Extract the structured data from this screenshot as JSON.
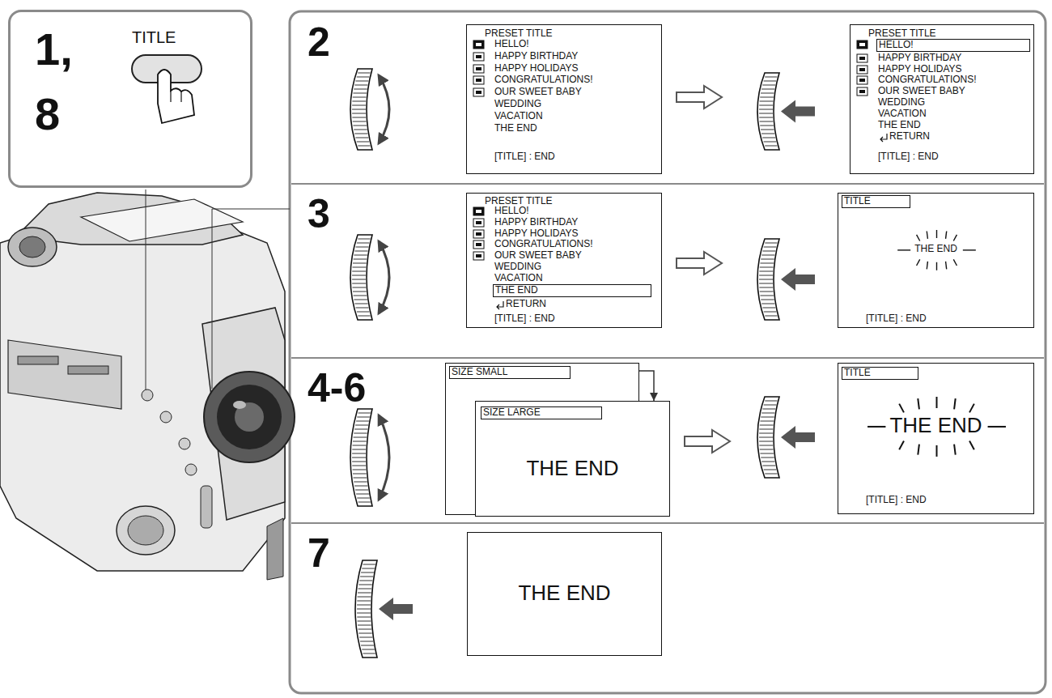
{
  "diagram": {
    "nodes": [
      {
        "text": [
          "1, 8",
          "TITLE"
        ]
      },
      {
        "text": [
          "2"
        ]
      },
      {
        "text": [
          "PRESET TITLE",
          "HELLO!",
          "HAPPY BIRTHDAY",
          "HAPPY HOLIDAYS",
          "CONGRATULATIONS!",
          "OUR SWEET BABY",
          "WEDDING",
          "VACATION",
          "THE END",
          "[TITLE] : END"
        ],
        "in": 1
      },
      {
        "text": [
          "PRESET TITLE",
          "HELLO!",
          "HAPPY BIRTHDAY",
          "HAPPY HOLIDAYS",
          "CONGRATULATIONS!",
          "OUR SWEET BABY",
          "WEDDING",
          "VACATION",
          "THE END",
          "RETURN",
          "[TITLE] : END"
        ],
        "in": 1
      },
      {
        "text": [
          "3"
        ]
      },
      {
        "text": [
          "PRESET TITLE",
          "HELLO!",
          "HAPPY BIRTHDAY",
          "HAPPY HOLIDAYS",
          "CONGRATULATIONS!",
          "OUR SWEET BABY",
          "WEDDING",
          "VACATION",
          "THE END",
          "RETURN",
          "[TITLE] : END"
        ],
        "in": 4
      },
      {
        "text": [
          "TITLE",
          "THE END",
          "[TITLE] : END"
        ],
        "in": 4
      },
      {
        "text": [
          "4-6"
        ]
      },
      {
        "text": [
          "SIZE SMALL"
        ],
        "in": 7
      },
      {
        "text": [
          "SIZE LARGE",
          "THE END"
        ],
        "in": 7
      },
      {
        "text": [
          "TITLE",
          "THE END",
          "[TITLE] : END"
        ],
        "in": 7
      },
      {
        "text": [
          "7"
        ]
      },
      {
        "text": [
          "THE END"
        ],
        "in": 11
      }
    ],
    "edges": [
      {
        "from": 2,
        "to": 3,
        "arrow": "to"
      },
      {
        "from": 5,
        "to": 6,
        "arrow": "to"
      },
      {
        "from": 8,
        "to": 9,
        "arrow": "to"
      },
      {
        "from": 9,
        "to": 10,
        "arrow": "to"
      }
    ]
  }
}
